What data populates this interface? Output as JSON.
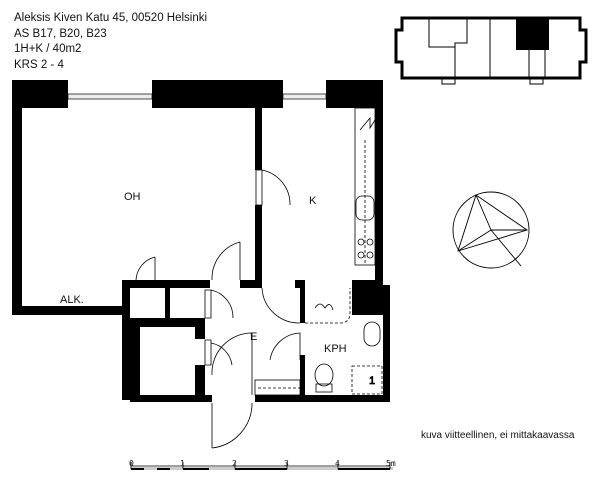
{
  "header": {
    "address": "Aleksis Kiven Katu 45, 00520 Helsinki",
    "apartments": "AS B17, B20, B23",
    "type_size": "1H+K / 40m2",
    "floors": "KRS 2 - 4"
  },
  "rooms": {
    "living": "OH",
    "kitchen": "K",
    "alcove": "ALK.",
    "entrance": "E",
    "bathroom": "KPH",
    "shower_marker": "1"
  },
  "note": "kuva viitteellinen, ei mittakaavassa",
  "scale_bar": {
    "labels": [
      "0",
      "1",
      "2",
      "3",
      "4",
      "5m"
    ]
  },
  "colors": {
    "wall": "#000000",
    "window": "#e8e8e8",
    "highlight_apartment": "#000000"
  }
}
